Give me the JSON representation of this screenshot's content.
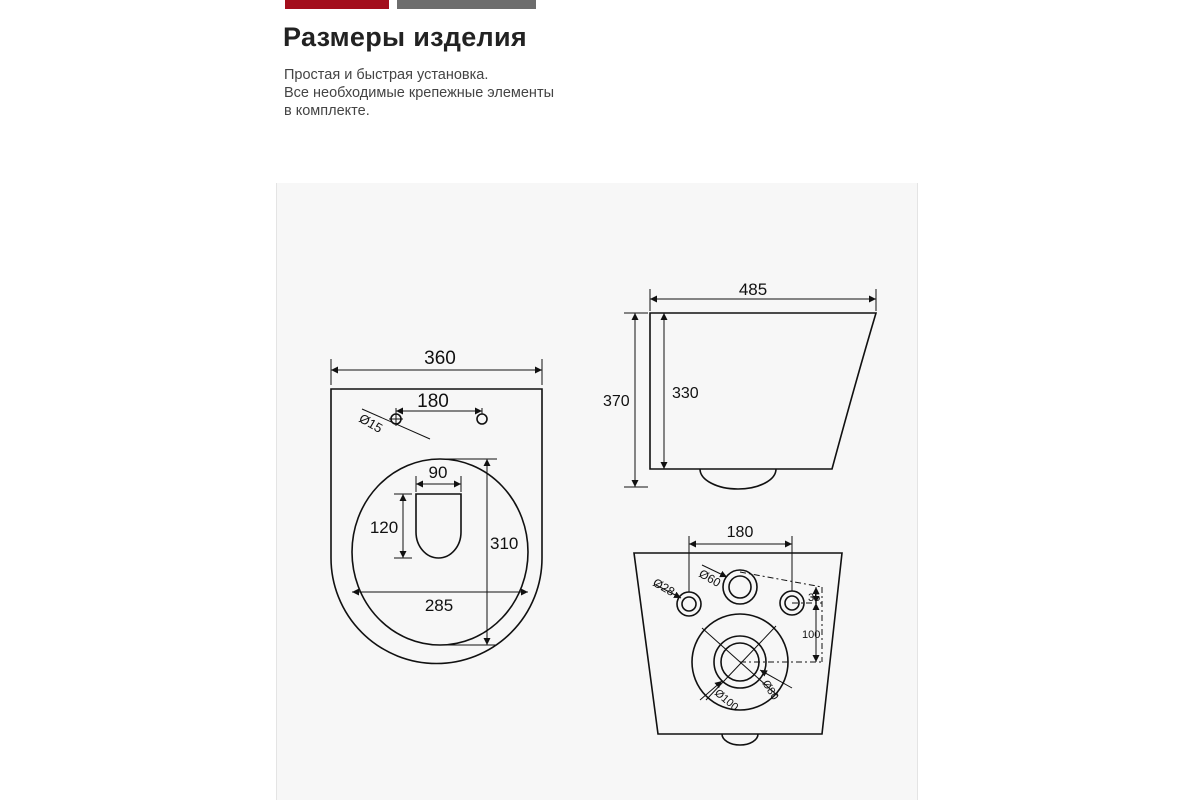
{
  "header": {
    "accent_colors": {
      "red": "#a30e1c",
      "gray": "#6d6d6d"
    },
    "title": "Размеры изделия",
    "description": [
      "Простая и быстрая установка.",
      "Все необходимые крепежные элементы",
      "в комплекте."
    ]
  },
  "drawings": {
    "top_view": {
      "width": "360",
      "hole_spacing": "180",
      "hole_diameter": "Ø15",
      "outlet_width": "90",
      "outlet_length": "120",
      "bowl_length": "310",
      "bowl_width": "285"
    },
    "side_view": {
      "length": "485",
      "height": "370",
      "body_height": "330"
    },
    "back_view": {
      "bolt_spacing": "180",
      "bolt_hole": "Ø28",
      "inlet": "Ø60",
      "offset_top": "35",
      "offset_outlet": "100",
      "outlet_inner": "Ø80",
      "outlet_outer": "Ø100"
    }
  }
}
